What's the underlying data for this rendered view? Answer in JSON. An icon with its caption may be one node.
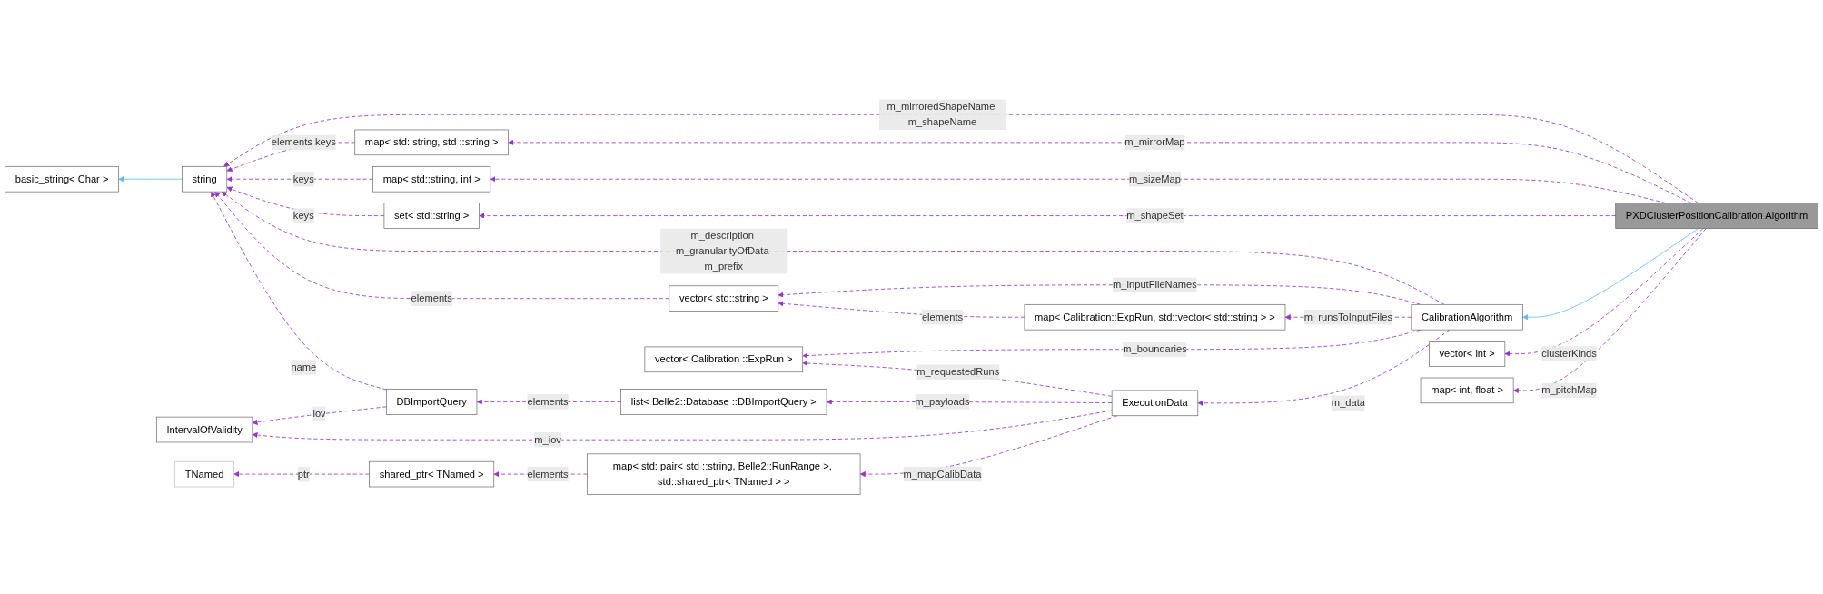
{
  "diagram": {
    "nodes": [
      {
        "text": [
          "PXDClusterPositionCalibration Algorithm"
        ]
      },
      {
        "text": [
          "CalibrationAlgorithm"
        ]
      },
      {
        "text": [
          "string"
        ]
      },
      {
        "text": [
          "basic_string< Char >"
        ]
      },
      {
        "text": [
          "map< std::string, std ::string >"
        ]
      },
      {
        "text": [
          "map< std::string, int >"
        ]
      },
      {
        "text": [
          "set< std::string >"
        ]
      },
      {
        "text": [
          "vector< std::string >"
        ]
      },
      {
        "text": [
          "map< Calibration::ExpRun, std::vector< std::string > >"
        ]
      },
      {
        "text": [
          "vector< int >"
        ]
      },
      {
        "text": [
          "map< int, float >"
        ]
      },
      {
        "text": [
          "vector< Calibration ::ExpRun >"
        ]
      },
      {
        "text": [
          "ExecutionData"
        ]
      },
      {
        "text": [
          "list< Belle2::Database ::DBImportQuery >"
        ]
      },
      {
        "text": [
          "DBImportQuery"
        ]
      },
      {
        "text": [
          "IntervalOfValidity"
        ]
      },
      {
        "text": [
          "map< std::pair< std ::string, Belle2::RunRange >, std::shared_ptr< TNamed > >"
        ]
      },
      {
        "text": [
          "shared_ptr< TNamed >"
        ]
      },
      {
        "text": [
          "TNamed"
        ]
      }
    ],
    "edges": [
      {
        "from": 2,
        "to": 3,
        "arrow": "to",
        "color": "#63b8ff"
      },
      {
        "from": 4,
        "to": 2,
        "arrow": "to",
        "label": "elements keys",
        "style": "dashed"
      },
      {
        "from": 5,
        "to": 2,
        "arrow": "to",
        "label": "keys",
        "style": "dashed"
      },
      {
        "from": 6,
        "to": 2,
        "arrow": "to",
        "label": "keys",
        "style": "dashed"
      },
      {
        "from": 0,
        "to": 2,
        "arrow": "to",
        "label": "m_mirroredShapeName m_shapeName",
        "style": "dashed"
      },
      {
        "from": 7,
        "to": 2,
        "arrow": "to",
        "label": "elements",
        "style": "dashed"
      },
      {
        "from": 1,
        "to": 2,
        "arrow": "to",
        "label": "m_description m_granularityOfData m_prefix",
        "style": "dashed"
      },
      {
        "from": 14,
        "to": 2,
        "arrow": "to",
        "label": "name",
        "style": "dashed"
      },
      {
        "from": 0,
        "to": 4,
        "arrow": "to",
        "label": "m_mirrorMap",
        "style": "dashed"
      },
      {
        "from": 0,
        "to": 5,
        "arrow": "to",
        "label": "m_sizeMap",
        "style": "dashed"
      },
      {
        "from": 0,
        "to": 6,
        "arrow": "to",
        "label": "m_shapeSet",
        "style": "dashed"
      },
      {
        "from": 0,
        "to": 1,
        "arrow": "to",
        "color": "#63b8ff"
      },
      {
        "from": 1,
        "to": 7,
        "arrow": "to",
        "label": "m_inputFileNames",
        "style": "dashed"
      },
      {
        "from": 8,
        "to": 7,
        "arrow": "to",
        "label": "elements",
        "style": "dashed"
      },
      {
        "from": 1,
        "to": 8,
        "arrow": "to",
        "label": "m_runsToInputFiles",
        "style": "dashed"
      },
      {
        "from": 0,
        "to": 9,
        "arrow": "to",
        "label": "clusterKinds",
        "style": "dashed"
      },
      {
        "from": 0,
        "to": 10,
        "arrow": "to",
        "label": "m_pitchMap",
        "style": "dashed"
      },
      {
        "from": 1,
        "to": 11,
        "arrow": "to",
        "label": "m_boundaries",
        "style": "dashed"
      },
      {
        "from": 1,
        "to": 12,
        "arrow": "to",
        "label": "m_data",
        "style": "dashed"
      },
      {
        "from": 12,
        "to": 11,
        "arrow": "to",
        "label": "m_requestedRuns",
        "style": "dashed"
      },
      {
        "from": 12,
        "to": 13,
        "arrow": "to",
        "label": "m_payloads",
        "style": "dashed"
      },
      {
        "from": 13,
        "to": 14,
        "arrow": "to",
        "label": "elements",
        "style": "dashed"
      },
      {
        "from": 14,
        "to": 15,
        "arrow": "to",
        "label": "iov",
        "style": "dashed"
      },
      {
        "from": 12,
        "to": 15,
        "arrow": "to",
        "label": "m_iov",
        "style": "dashed"
      },
      {
        "from": 12,
        "to": 16,
        "arrow": "to",
        "label": "m_mapCalibData",
        "style": "dashed"
      },
      {
        "from": 16,
        "to": 17,
        "arrow": "to",
        "label": "elements",
        "style": "dashed"
      },
      {
        "from": 17,
        "to": 18,
        "arrow": "to",
        "label": "ptr",
        "style": "dashed"
      }
    ]
  }
}
